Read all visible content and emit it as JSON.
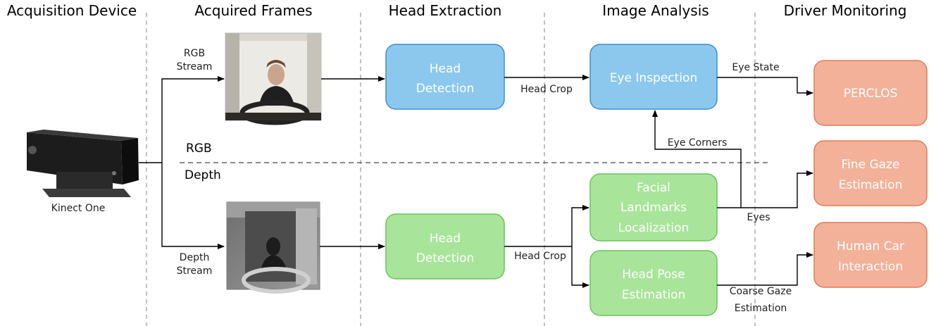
{
  "columns": [
    {
      "title": "Acquisition Device"
    },
    {
      "title": "Acquired Frames"
    },
    {
      "title": "Head Extraction"
    },
    {
      "title": "Image Analysis"
    },
    {
      "title": "Driver Monitoring"
    }
  ],
  "device": {
    "label": "Kinect One"
  },
  "streams": {
    "rgb": {
      "line1": "RGB",
      "line2": "Stream"
    },
    "depth": {
      "line1": "Depth",
      "line2": "Stream"
    }
  },
  "divider": {
    "top_label": "RGB",
    "bottom_label": "Depth"
  },
  "boxes": {
    "head_detection_rgb": {
      "line1": "Head",
      "line2": "Detection"
    },
    "head_detection_depth": {
      "line1": "Head",
      "line2": "Detection"
    },
    "eye_inspection": {
      "line1": "Eye Inspection"
    },
    "facial_landmarks": {
      "line1": "Facial",
      "line2": "Landmarks",
      "line3": "Localization"
    },
    "head_pose": {
      "line1": "Head Pose",
      "line2": "Estimation"
    },
    "perclos": {
      "line1": "PERCLOS"
    },
    "fine_gaze": {
      "line1": "Fine Gaze",
      "line2": "Estimation"
    },
    "human_car": {
      "line1": "Human Car",
      "line2": "Interaction"
    }
  },
  "edges": {
    "head_crop_rgb": "Head Crop",
    "head_crop_depth": "Head Crop",
    "eye_state": "Eye State",
    "eye_corners": "Eye Corners",
    "eyes": "Eyes",
    "coarse_gaze_line1": "Coarse Gaze",
    "coarse_gaze_line2": "Estimation"
  },
  "colors": {
    "blue_fill": "#8cc8ee",
    "blue_stroke": "#3d8fd1",
    "green_fill": "#a8e59a",
    "green_stroke": "#6cc35a",
    "orange_fill": "#f4b19a",
    "orange_stroke": "#e07a57"
  }
}
